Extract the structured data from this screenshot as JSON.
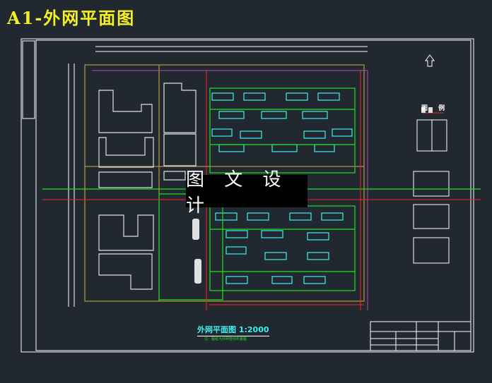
{
  "title": "A1-外网平面图",
  "watermark": "图 文 设 计",
  "plan_title": "外网平面图 1:2000",
  "plan_note": "注：图纸为外网管线布置图",
  "legend_title": "图 例",
  "colors": {
    "background": "#212830",
    "title": "#f5f020",
    "frame": "#ffffff",
    "road": "#d0b040",
    "water": "#20e020",
    "sewer": "#ff2020",
    "building": "#e0e0e0",
    "cyan": "#3cf0f0"
  }
}
